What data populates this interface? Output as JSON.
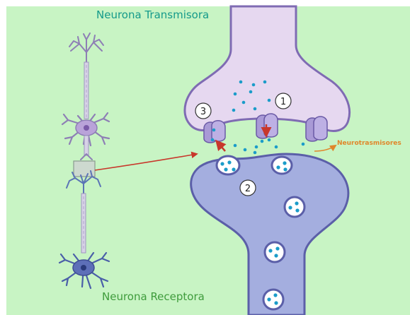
{
  "labels": {
    "transmitter": "Neurona Transmisora",
    "receiver": "Neurona Receptora",
    "neurotransmitters": "Neurotrasmisores",
    "step1": "1",
    "step2": "2",
    "step3": "3"
  },
  "colors": {
    "background": "#c8f4c4",
    "presynaptic_fill": "#e6d8f0",
    "presynaptic_stroke": "#7f6bb3",
    "postsynaptic_fill": "#a4aedf",
    "postsynaptic_stroke": "#5b5fa8",
    "neurotransmitter": "#1a9cc9",
    "arrow_red": "#c8372b",
    "arrow_orange": "#e0862a",
    "title_top": "#149a8a",
    "title_bottom": "#3f9c3c"
  },
  "icons": {
    "transmitter_neuron": "neuron-icon",
    "receiver_neuron": "neuron-icon",
    "zoom_box": "zoom-box-icon",
    "transporters": "transporter-protein-icon",
    "vesicles": "vesicle-icon"
  }
}
